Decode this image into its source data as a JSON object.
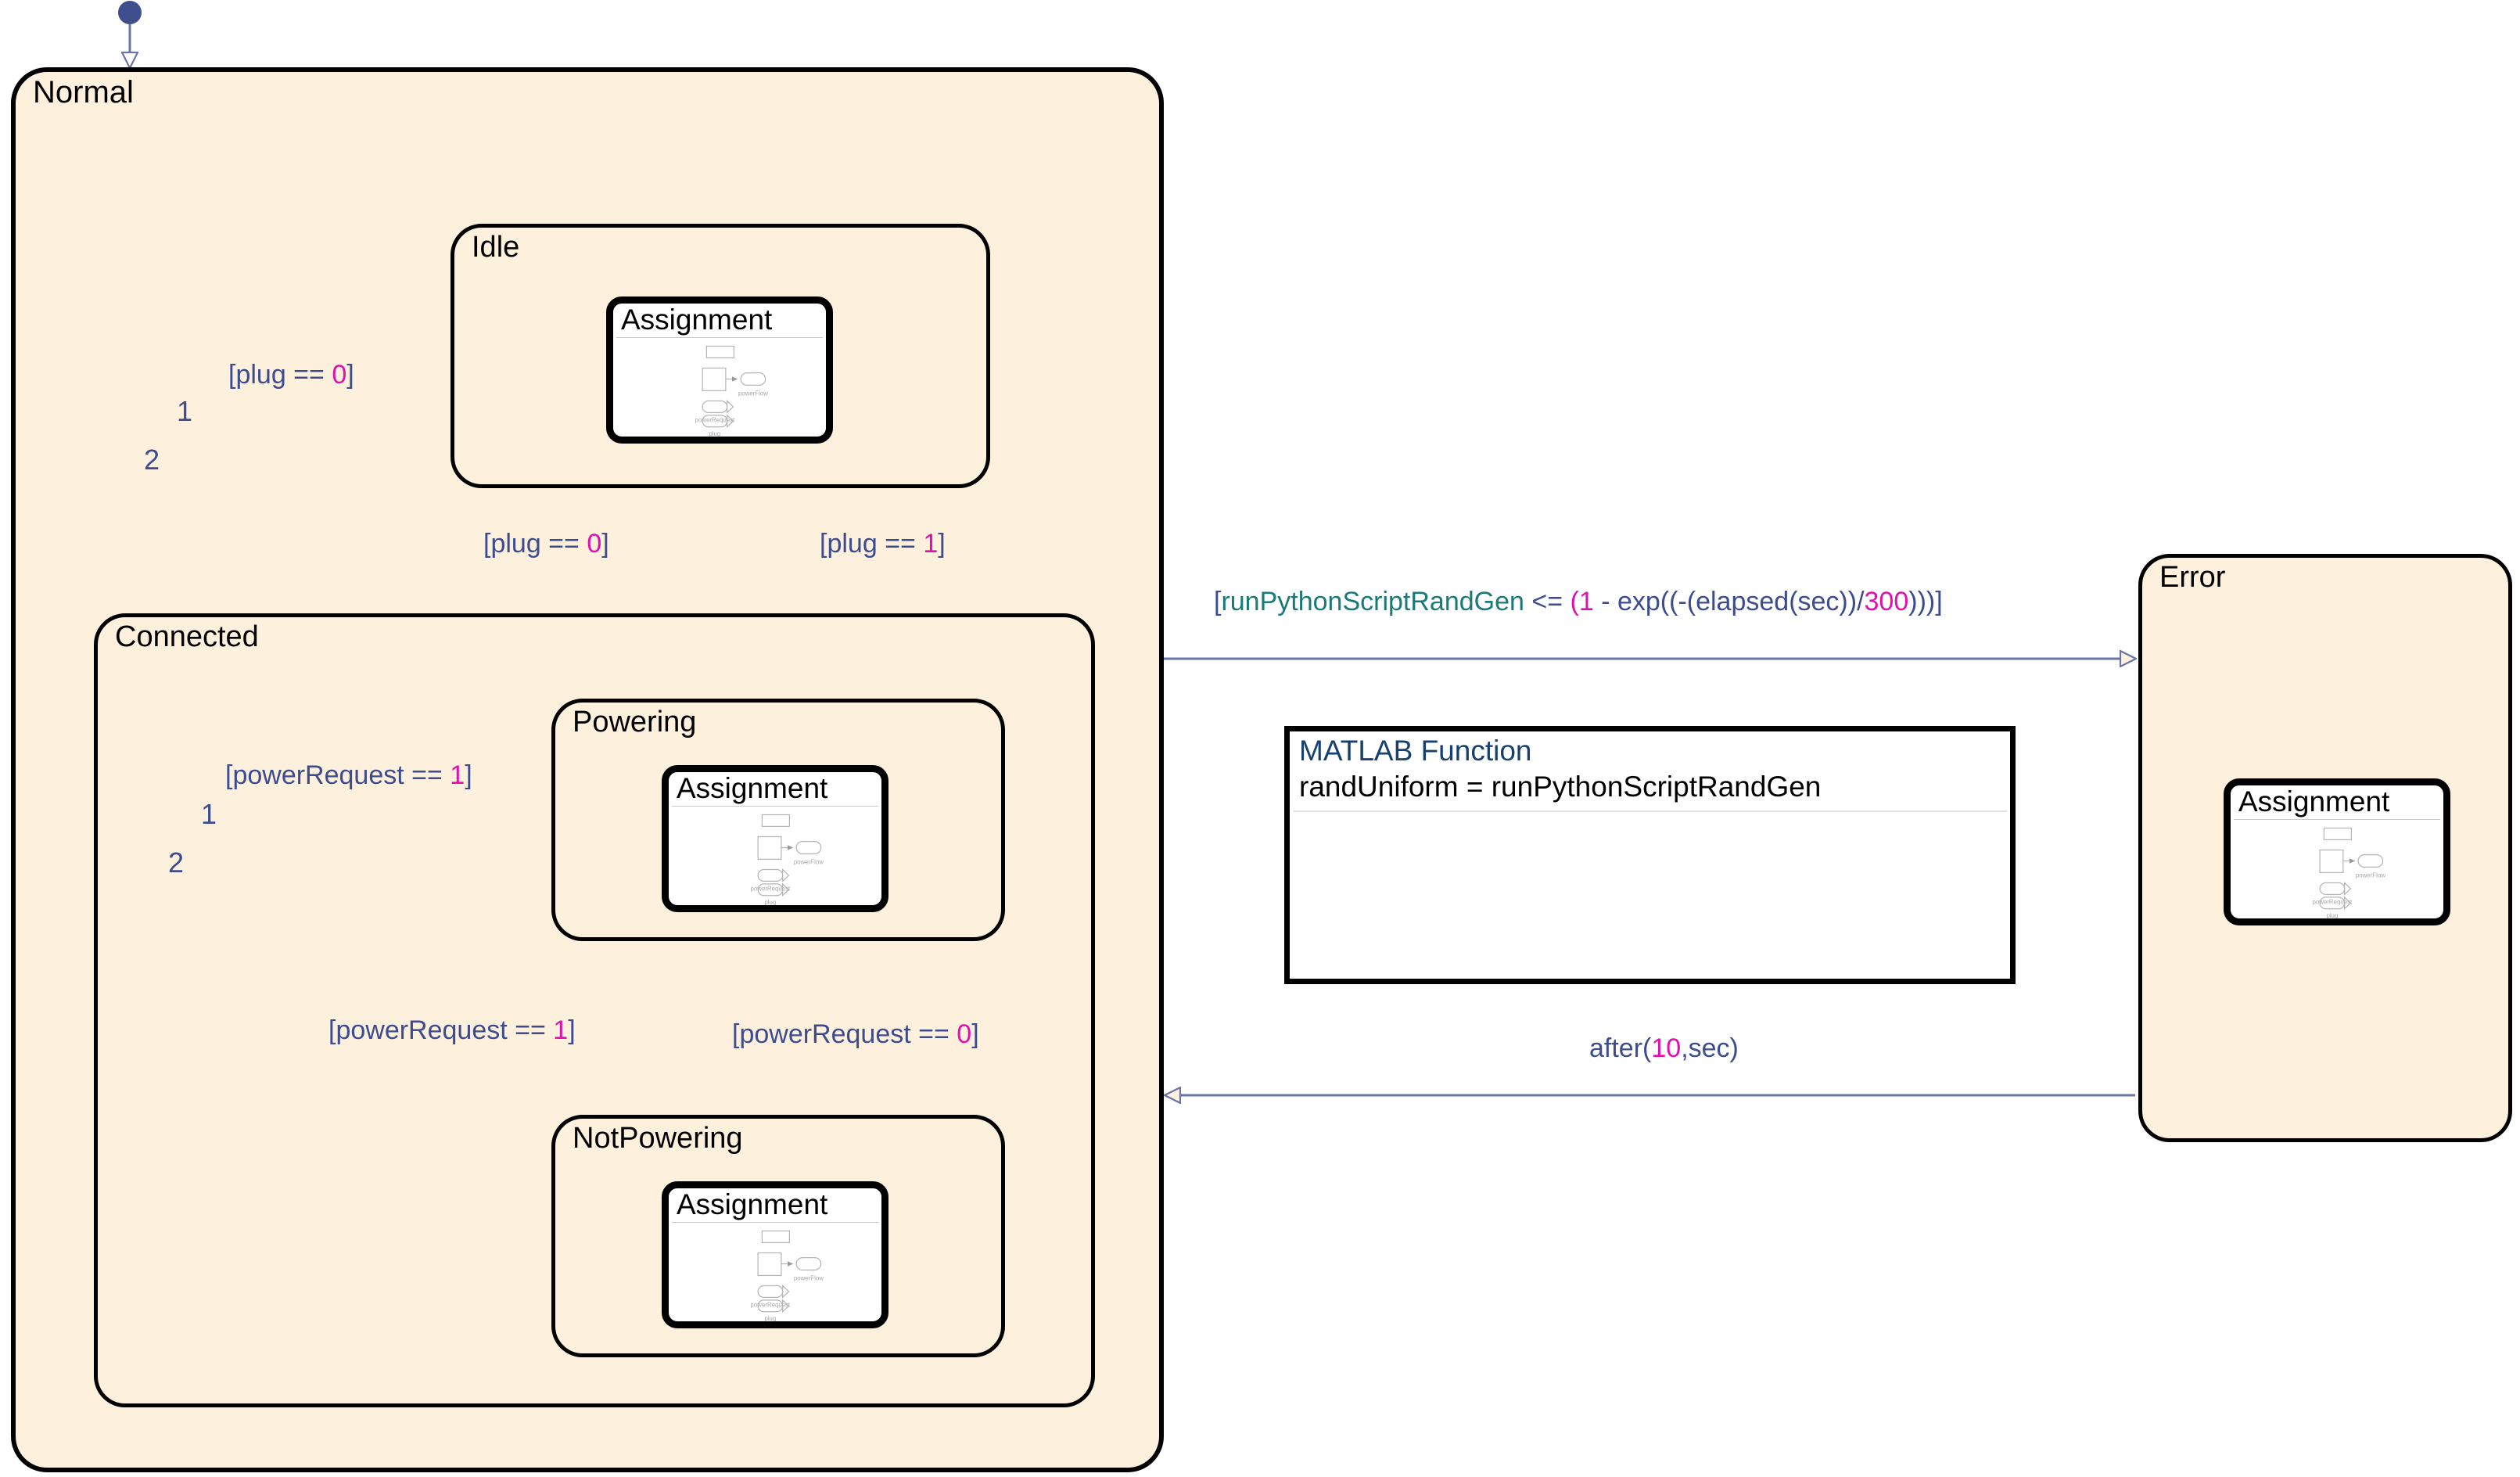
{
  "diagram": {
    "type": "stateflow-chart",
    "colors": {
      "state_fill": "#FDF0DC",
      "state_border": "#000000",
      "transition_line": "#6B74A8",
      "label_text": "#3D4C8F",
      "literal_number": "#E010B0",
      "identifier": "#1A7A78",
      "junction": "#B8651B",
      "default_marker": "#3F4E8C",
      "matlab_title": "#17406E",
      "canvas": "#ffffff"
    }
  },
  "states": {
    "normal": {
      "label": "Normal"
    },
    "idle": {
      "label": "Idle"
    },
    "connected": {
      "label": "Connected"
    },
    "powering": {
      "label": "Powering"
    },
    "notpowering": {
      "label": "NotPowering"
    },
    "error": {
      "label": "Error"
    }
  },
  "assignment_block": {
    "title": "Assignment",
    "ports": {
      "output": "powerFlow",
      "inputs": [
        "powerRequest",
        "plug"
      ]
    }
  },
  "matlab_function": {
    "title": "MATLAB Function",
    "body": "randUniform = runPythonScriptRandGen"
  },
  "junctions": {
    "normal_junction": {
      "order_1": "1",
      "order_2": "2"
    },
    "connected_junction": {
      "order_1": "1",
      "order_2": "2"
    }
  },
  "transitions": {
    "normal_junction_to_idle": {
      "parts": [
        {
          "t": "[plug == ",
          "c": "op"
        },
        {
          "t": "0",
          "c": "num"
        },
        {
          "t": "]",
          "c": "op"
        }
      ]
    },
    "connected_to_idle": {
      "parts": [
        {
          "t": "[plug == ",
          "c": "op"
        },
        {
          "t": "0",
          "c": "num"
        },
        {
          "t": "]",
          "c": "op"
        }
      ]
    },
    "idle_to_connected": {
      "parts": [
        {
          "t": "[plug == ",
          "c": "op"
        },
        {
          "t": "1",
          "c": "num"
        },
        {
          "t": "]",
          "c": "op"
        }
      ]
    },
    "connected_junction_to_powering": {
      "parts": [
        {
          "t": "[powerRequest == ",
          "c": "op"
        },
        {
          "t": "1",
          "c": "num"
        },
        {
          "t": "]",
          "c": "op"
        }
      ]
    },
    "notpowering_to_powering": {
      "parts": [
        {
          "t": "[powerRequest == ",
          "c": "op"
        },
        {
          "t": "1",
          "c": "num"
        },
        {
          "t": "]",
          "c": "op"
        }
      ]
    },
    "powering_to_notpowering": {
      "parts": [
        {
          "t": "[powerRequest == ",
          "c": "op"
        },
        {
          "t": "0",
          "c": "num"
        },
        {
          "t": "]",
          "c": "op"
        }
      ]
    },
    "normal_to_error": {
      "parts": [
        {
          "t": "[",
          "c": "op"
        },
        {
          "t": "runPythonScriptRandGen",
          "c": "ident"
        },
        {
          "t": " <= ",
          "c": "op"
        },
        {
          "t": "(",
          "c": "num"
        },
        {
          "t": "1",
          "c": "num"
        },
        {
          "t": " - exp((-(elapsed(sec))/",
          "c": "op"
        },
        {
          "t": "300",
          "c": "num"
        },
        {
          "t": ")))]",
          "c": "op"
        }
      ]
    },
    "error_to_normal": {
      "parts": [
        {
          "t": "after(",
          "c": "op"
        },
        {
          "t": "10",
          "c": "num"
        },
        {
          "t": ",sec)",
          "c": "op"
        }
      ]
    }
  }
}
